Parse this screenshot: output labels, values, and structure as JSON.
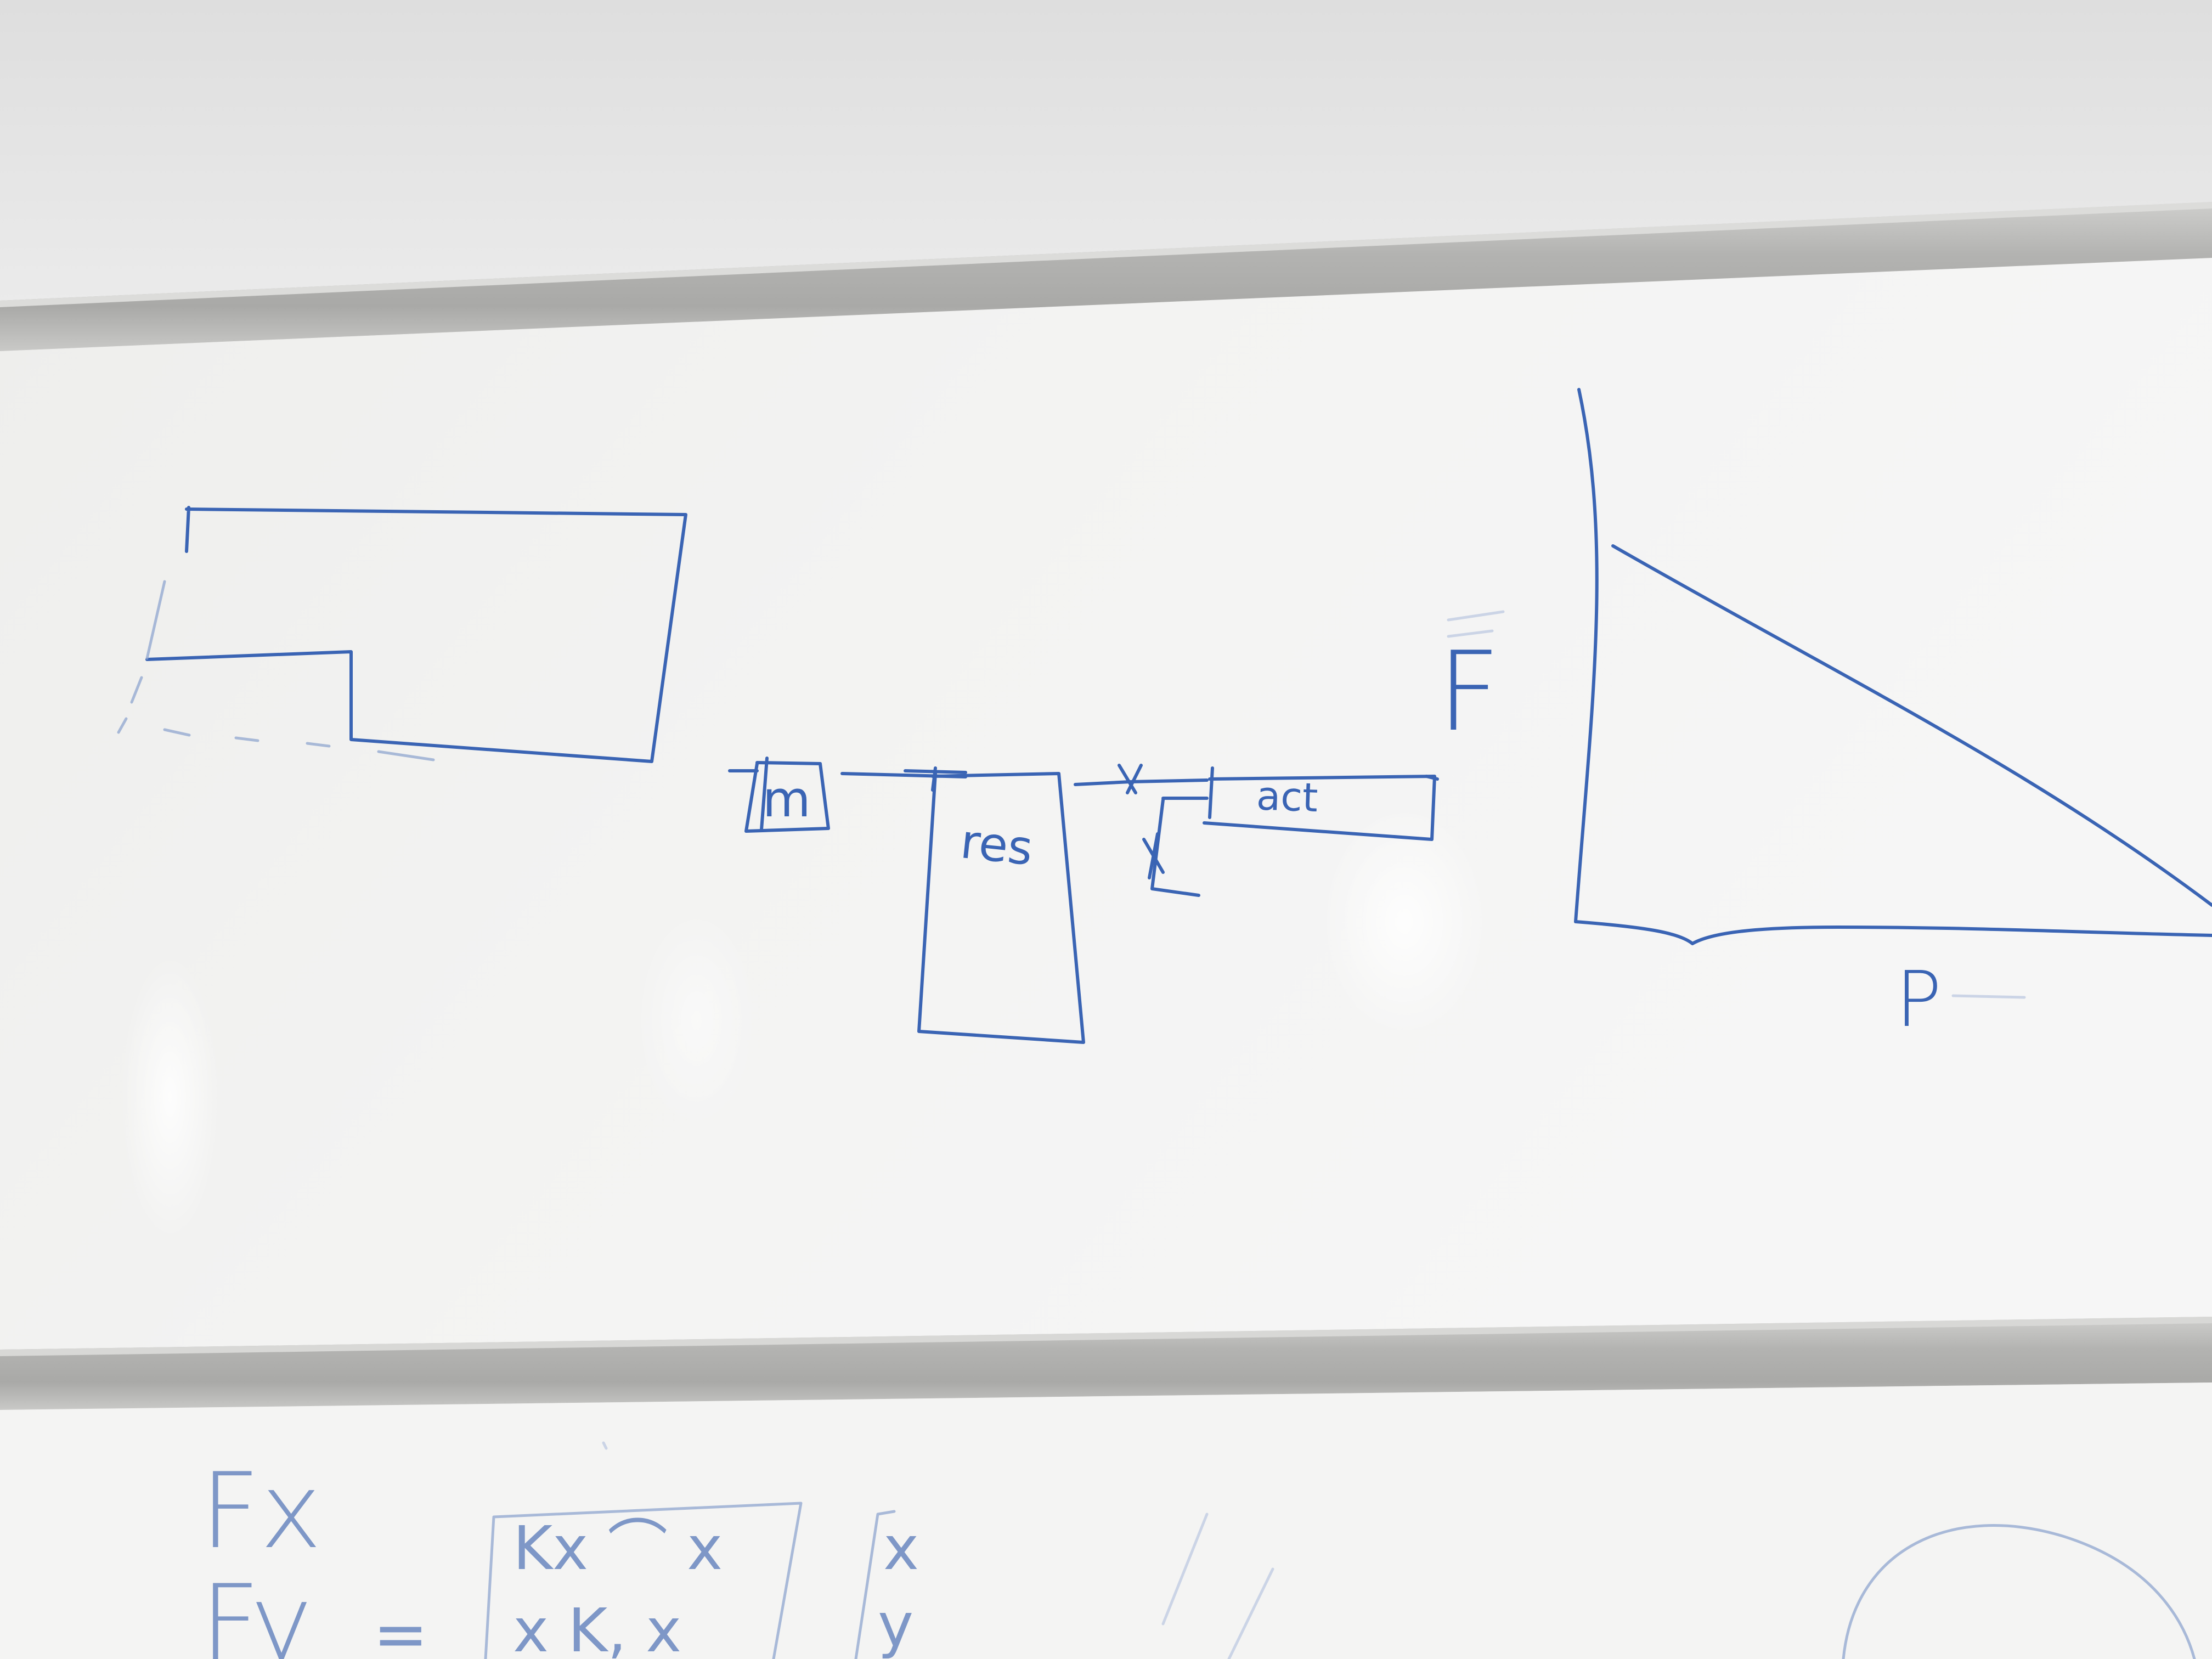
{
  "whiteboard": {
    "labels": {
      "mass": "m",
      "resonator": "res",
      "actuator": "act",
      "force": "F",
      "power": "P"
    },
    "lower_board": {
      "force_x": "Fx",
      "force_y": "Fy",
      "equals": "=",
      "matrix_row1": "Kx  ⌒  x",
      "matrix_row2": "x  K,  x",
      "vector_row1": "x",
      "vector_row2": "y"
    }
  },
  "colors": {
    "marker": "#3a64b4",
    "wall": "#e6e6e6",
    "board": "#f1f1f0",
    "rail": "#b7b7b5"
  }
}
